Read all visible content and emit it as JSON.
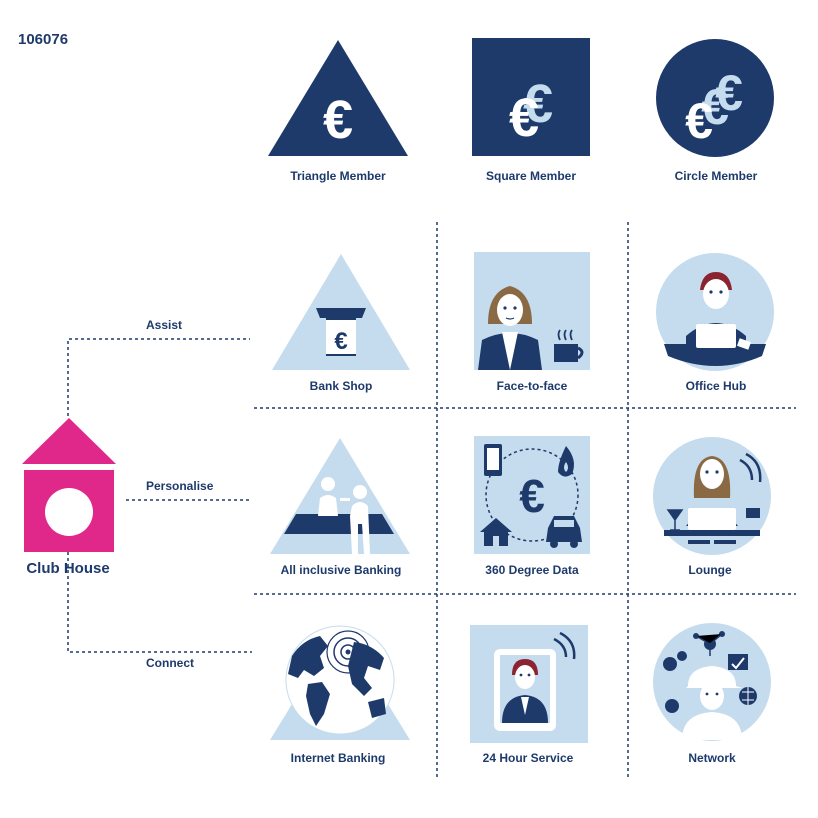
{
  "image_id": "106076",
  "colors": {
    "navy": "#1e3a6b",
    "light_blue": "#c4dced",
    "magenta": "#e0278a",
    "white": "#ffffff"
  },
  "members": [
    {
      "label": "Triangle Member",
      "icon": "euro-triangle-icon"
    },
    {
      "label": "Square Member",
      "icon": "euro-square-icon"
    },
    {
      "label": "Circle Member",
      "icon": "euro-circle-icon"
    }
  ],
  "club_house": {
    "label": "Club House",
    "icon": "club-house-icon"
  },
  "branches": [
    {
      "label": "Assist"
    },
    {
      "label": "Personalise"
    },
    {
      "label": "Connect"
    }
  ],
  "grid": [
    [
      {
        "label": "Bank Shop",
        "icon": "atm-icon"
      },
      {
        "label": "Face-to-face",
        "icon": "advisor-coffee-icon"
      },
      {
        "label": "Office Hub",
        "icon": "laptop-worker-icon"
      }
    ],
    [
      {
        "label": "All inclusive Banking",
        "icon": "counter-service-icon"
      },
      {
        "label": "360 Degree Data",
        "icon": "data-cycle-icon"
      },
      {
        "label": "Lounge",
        "icon": "lounge-icon"
      }
    ],
    [
      {
        "label": "Internet Banking",
        "icon": "globe-signal-icon"
      },
      {
        "label": "24 Hour Service",
        "icon": "tablet-agent-icon"
      },
      {
        "label": "Network",
        "icon": "network-icon"
      }
    ]
  ]
}
